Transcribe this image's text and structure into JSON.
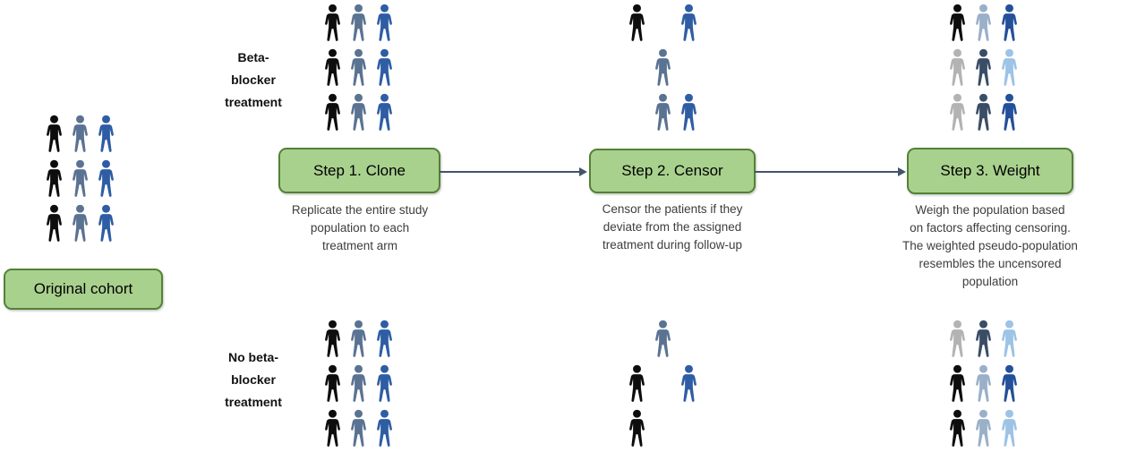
{
  "labels": {
    "original_cohort": "Original cohort",
    "top_arm": "Beta-\nblocker\ntreatment",
    "bottom_arm": "No beta-\nblocker\ntreatment"
  },
  "steps": [
    {
      "label": "Step 1. Clone",
      "description": "Replicate the entire study\npopulation to each\ntreatment arm"
    },
    {
      "label": "Step 2. Censor",
      "description": "Censor the patients if they\ndeviate from the assigned\ntreatment during follow-up"
    },
    {
      "label": "Step 3. Weight",
      "description": "Weigh the population based\non factors affecting censoring.\nThe weighted pseudo-population\nresembles the uncensored\npopulation"
    }
  ],
  "colors": {
    "person_black": "#0d0d0d",
    "person_slate": "#5b7392",
    "person_blue": "#2e5da4",
    "person_light_gray": "#b3b3b3",
    "person_dark_slate": "#3a4d66",
    "person_light_slate": "#9ab0c9",
    "person_dark_blue": "#24509a",
    "person_light_blue": "#9dc3e6",
    "step_box_fill": "#a9d18e",
    "step_box_border": "#538135",
    "arrow": "#44546a"
  },
  "person_grids": {
    "original_cohort": [
      [
        "person_black",
        "person_slate",
        "person_blue"
      ],
      [
        "person_black",
        "person_slate",
        "person_blue"
      ],
      [
        "person_black",
        "person_slate",
        "person_blue"
      ]
    ],
    "top_arm_clone": [
      [
        "person_black",
        "person_slate",
        "person_blue"
      ],
      [
        "person_black",
        "person_slate",
        "person_blue"
      ],
      [
        "person_black",
        "person_slate",
        "person_blue"
      ]
    ],
    "bottom_arm_clone": [
      [
        "person_black",
        "person_slate",
        "person_blue"
      ],
      [
        "person_black",
        "person_slate",
        "person_blue"
      ],
      [
        "person_black",
        "person_slate",
        "person_blue"
      ]
    ],
    "top_arm_censor": [
      [
        "person_black",
        null,
        "person_blue"
      ],
      [
        null,
        "person_slate",
        null
      ],
      [
        null,
        "person_slate",
        "person_blue"
      ]
    ],
    "bottom_arm_censor": [
      [
        null,
        "person_slate",
        null
      ],
      [
        "person_black",
        null,
        "person_blue"
      ],
      [
        "person_black",
        null,
        null
      ]
    ],
    "top_arm_weight": [
      [
        "person_black",
        "person_light_slate",
        "person_dark_blue"
      ],
      [
        "person_light_gray",
        "person_dark_slate",
        "person_light_blue"
      ],
      [
        "person_light_gray",
        "person_dark_slate",
        "person_dark_blue"
      ]
    ],
    "bottom_arm_weight": [
      [
        "person_light_gray",
        "person_dark_slate",
        "person_light_blue"
      ],
      [
        "person_black",
        "person_light_slate",
        "person_dark_blue"
      ],
      [
        "person_black",
        "person_light_slate",
        "person_light_blue"
      ]
    ]
  }
}
